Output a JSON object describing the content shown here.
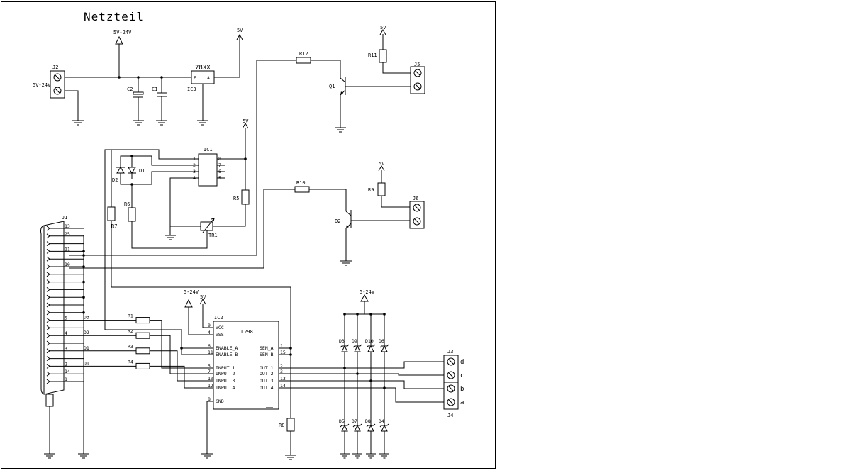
{
  "title": "Netzteil",
  "supply": {
    "j2": "J2",
    "j2_in": "5V-24V",
    "supply_in": "5V-24V",
    "reg_out": "5V",
    "ic3": "IC3",
    "ic3_type": "78XX",
    "ic3_e": "E",
    "ic3_a": "A",
    "c1": "C1",
    "c2": "C2"
  },
  "drivers": {
    "r12": "R12",
    "r11": "R11",
    "q1": "Q1",
    "j5": "J5",
    "vcc5_a": "5V",
    "r10": "R10",
    "r9": "R9",
    "q2": "Q2",
    "j6": "J6",
    "vcc5_b": "5V"
  },
  "opto": {
    "ic1": "IC1",
    "d1": "D1",
    "d2": "D2",
    "r5": "R5",
    "r6": "R6",
    "r7": "R7",
    "tr1": "TR1",
    "vcc": "5V",
    "pins_left": [
      "1",
      "2",
      "3",
      "4"
    ],
    "pins_right": [
      "8",
      "7",
      "6",
      "5"
    ]
  },
  "connector_j1": {
    "name": "J1",
    "labels": [
      {
        "pin": "13",
        "row": 0
      },
      {
        "pin": "25",
        "row": 1
      },
      {
        "pin": "11",
        "row": 3
      },
      {
        "pin": "10",
        "row": 5
      },
      {
        "pin": "5",
        "row": 12
      },
      {
        "pin": "4",
        "row": 14
      },
      {
        "pin": "3",
        "row": 16
      },
      {
        "pin": "2",
        "row": 18
      },
      {
        "pin": "14",
        "row": 19
      },
      {
        "pin": "1",
        "row": 20
      }
    ]
  },
  "data_lines": [
    "D3",
    "D2",
    "D1",
    "D0"
  ],
  "resistors_in": [
    "R1",
    "R2",
    "R3",
    "R4"
  ],
  "ic2": {
    "name": "IC2",
    "type": "L298",
    "vs": "5-24V",
    "vss_supply": "5V",
    "left_pins": [
      {
        "num": "9",
        "name": "VCC"
      },
      {
        "num": "4",
        "name": "VSS"
      },
      {
        "num": "6",
        "name": "ENABLE_A"
      },
      {
        "num": "11",
        "name": "ENABLE_B"
      },
      {
        "num": "5",
        "name": "INPUT 1"
      },
      {
        "num": "7",
        "name": "INPUT 2"
      },
      {
        "num": "10",
        "name": "INPUT 3"
      },
      {
        "num": "12",
        "name": "INPUT 4"
      },
      {
        "num": "8",
        "name": "GND"
      }
    ],
    "right_pins": [
      {
        "num": "1",
        "name": "SEN_A"
      },
      {
        "num": "15",
        "name": "SEN_B"
      },
      {
        "num": "2",
        "name": "OUT 1"
      },
      {
        "num": "3",
        "name": "OUT 2"
      },
      {
        "num": "13",
        "name": "OUT 3"
      },
      {
        "num": "14",
        "name": "OUT 4"
      }
    ],
    "r8": "R8"
  },
  "bridge": {
    "supply": "5-24V",
    "top_diodes": [
      "D3",
      "D9",
      "D10",
      "D6"
    ],
    "bottom_diodes": [
      "D5",
      "D7",
      "D8",
      "D4"
    ],
    "j3": "J3",
    "j4": "J4",
    "outputs": [
      "d",
      "c",
      "b",
      "a"
    ]
  }
}
